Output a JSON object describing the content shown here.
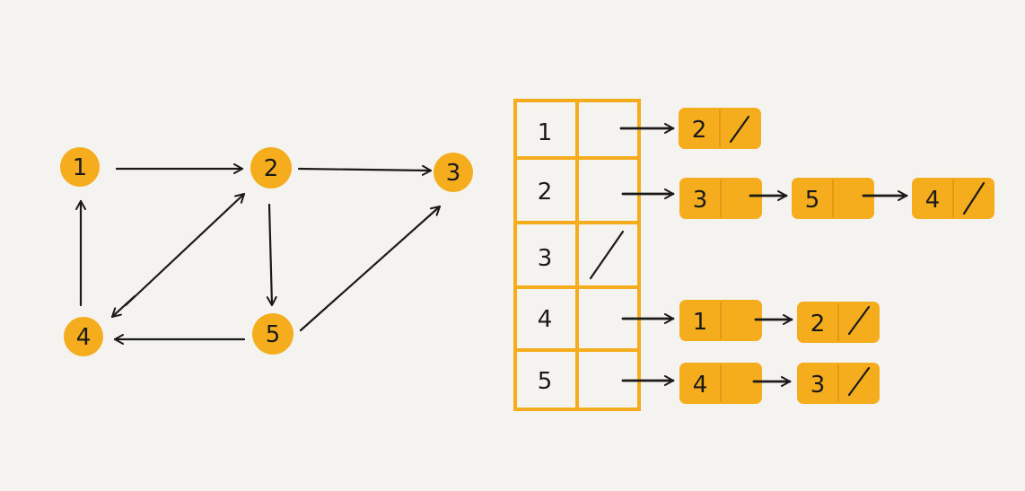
{
  "colors": {
    "background": "#f4f3ef",
    "node_fill": "#f5ad1e",
    "box_fill": "#f5ad1e",
    "box_divider": "#e99615",
    "ink": "#1a1a1a"
  },
  "graph": {
    "nodes": [
      {
        "id": "1",
        "label": "1"
      },
      {
        "id": "2",
        "label": "2"
      },
      {
        "id": "3",
        "label": "3"
      },
      {
        "id": "4",
        "label": "4"
      },
      {
        "id": "5",
        "label": "5"
      }
    ],
    "edges": [
      {
        "from": "1",
        "to": "2"
      },
      {
        "from": "2",
        "to": "3"
      },
      {
        "from": "2",
        "to": "5"
      },
      {
        "from": "2",
        "to": "4"
      },
      {
        "from": "4",
        "to": "1"
      },
      {
        "from": "4",
        "to": "2"
      },
      {
        "from": "5",
        "to": "4"
      },
      {
        "from": "5",
        "to": "3"
      }
    ]
  },
  "adjacency_list": {
    "rows": [
      {
        "vertex": "1",
        "neighbors": [
          "2"
        ],
        "null_marker": false
      },
      {
        "vertex": "2",
        "neighbors": [
          "3",
          "5",
          "4"
        ],
        "null_marker": false
      },
      {
        "vertex": "3",
        "neighbors": [],
        "null_marker": true
      },
      {
        "vertex": "4",
        "neighbors": [
          "1",
          "2"
        ],
        "null_marker": false
      },
      {
        "vertex": "5",
        "neighbors": [
          "4",
          "3"
        ],
        "null_marker": false
      }
    ]
  }
}
